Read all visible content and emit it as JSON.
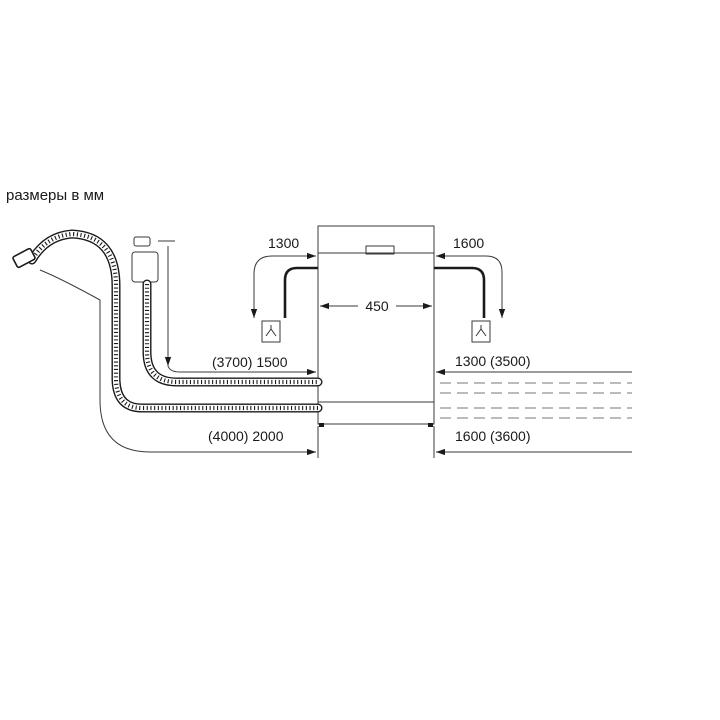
{
  "caption": "размеры в мм",
  "dimensions": {
    "left_drain_height": "1300",
    "right_drain_height": "1600",
    "width": "450",
    "inlet_left": "(3700) 1500",
    "inlet_right": "1300 (3500)",
    "drain_left": "(4000) 2000",
    "drain_right": "1600 (3600)"
  },
  "colors": {
    "line": "#1a1a1a",
    "guide": "#777777"
  }
}
